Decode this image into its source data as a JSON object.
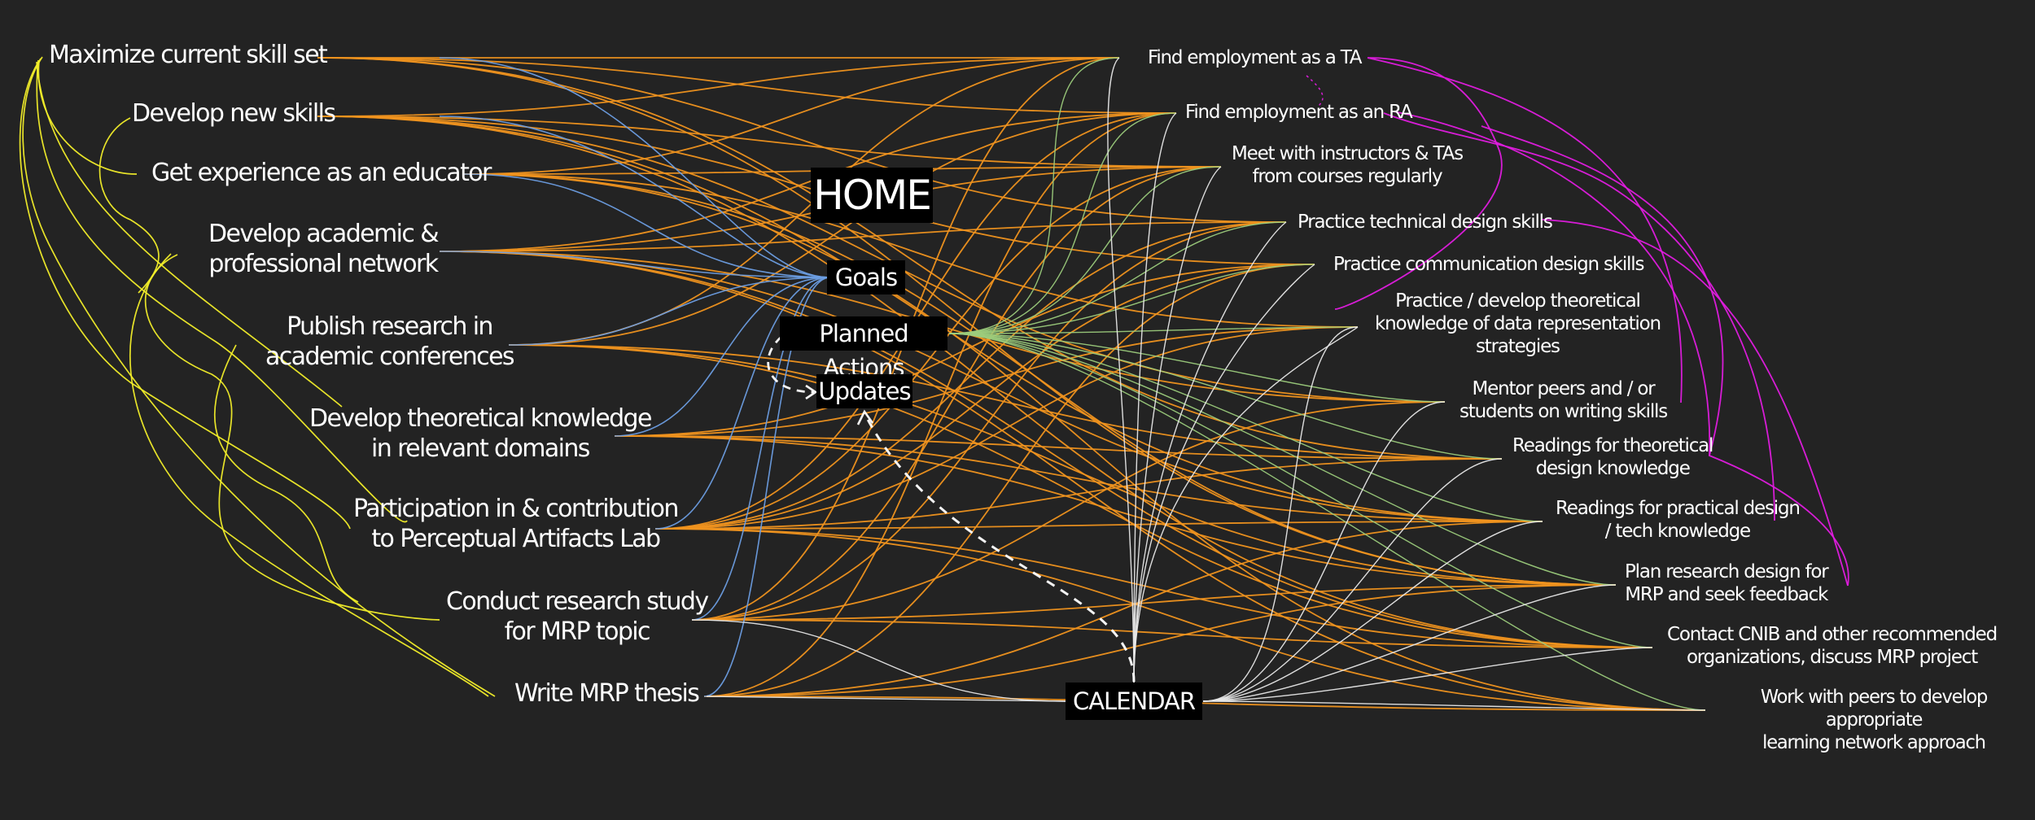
{
  "hubs": {
    "home": "HOME",
    "goals": "Goals",
    "planned_actions": "Planned Actions",
    "updates": "Updates",
    "calendar": "CALENDAR"
  },
  "goals": [
    "Maximize current skill set",
    "Develop new skills",
    "Get experience as an educator",
    "Develop academic &\nprofessional network",
    "Publish research in\nacademic conferences",
    "Develop theoretical knowledge\nin relevant domains",
    "Participation in & contribution\nto Perceptual Artifacts Lab",
    "Conduct research study\nfor MRP topic",
    "Write MRP thesis"
  ],
  "actions": [
    "Find employment as a TA",
    "Find employment as an RA",
    "Meet with instructors & TAs\nfrom courses regularly",
    "Practice technical design skills",
    "Practice communication design skills",
    "Practice / develop theoretical\nknowledge of data representation\nstrategies",
    "Mentor peers and / or\nstudents on writing skills",
    "Readings for theoretical\ndesign knowledge",
    "Readings for practical design\n/ tech  knowledge",
    "Plan research design for\nMRP and seek feedback",
    "Contact CNIB and other recommended\norganizations, discuss MRP project",
    "Work with peers to develop appropriate\nlearning network approach"
  ],
  "colors": {
    "background": "#232323",
    "goal_links": "#f0931f",
    "goals_hub_links": "#6d9ee3",
    "left_brackets": "#f2ee2a",
    "right_brackets": "#e11ce0",
    "action_hub_links": "#9ccc7c",
    "calendar_links": "#e8e8e8",
    "hub_box": "#000000",
    "text": "#ffffff"
  }
}
